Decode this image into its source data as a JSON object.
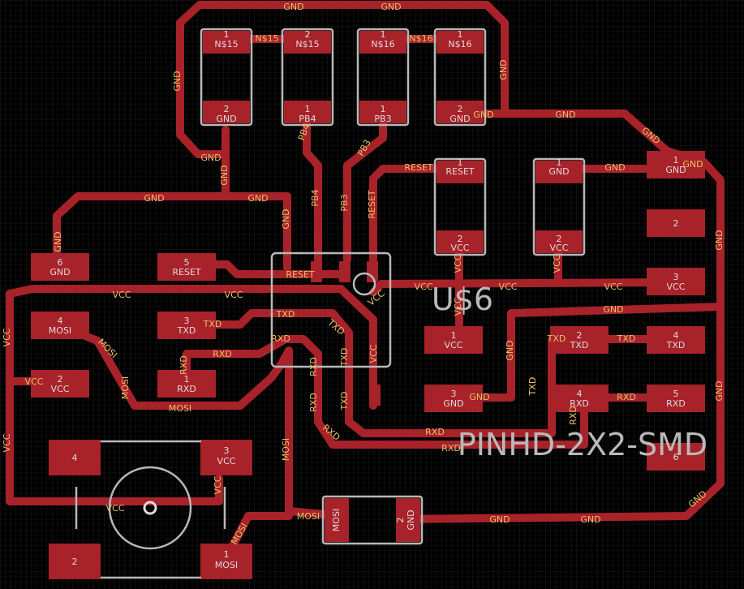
{
  "colors": {
    "background": "#000000",
    "grid": "#2b2b2b",
    "copper": "#a8222a",
    "outline": "#b8b8b8",
    "label": "#e8c06a",
    "pad_text": "#dcdcdc"
  },
  "parts": {
    "u6_name": "U$6",
    "pinhd_name": "PINHD-2X2-SMD"
  },
  "top_caps": [
    {
      "num": "1",
      "net": "N$15"
    },
    {
      "num": "2",
      "net": "GND"
    },
    {
      "num": "2",
      "net": "N$15"
    },
    {
      "num": "1",
      "net": "PB4"
    },
    {
      "num": "1",
      "net": "N$16"
    },
    {
      "num": "1",
      "net": "PB3"
    },
    {
      "num": "1",
      "net": "N$16"
    },
    {
      "num": "2",
      "net": "GND"
    }
  ],
  "mid_caps": [
    {
      "num": "1",
      "net": "RESET"
    },
    {
      "num": "2",
      "net": "VCC"
    },
    {
      "num": "1",
      "net": "GND"
    },
    {
      "num": "2",
      "net": "VCC"
    }
  ],
  "pads": {
    "p6_num": "6",
    "p6_net": "GND",
    "p5_num": "5",
    "p5_net": "RESET",
    "p4_num": "4",
    "p4_net": "MOSI",
    "p3_num": "3",
    "p3_net": "TXD",
    "p2_num": "2",
    "p2_net": "VCC",
    "p1_num": "1",
    "p1_net": "RXD",
    "r1_num": "1",
    "r1_net": "GND",
    "r2_num": "2",
    "r3_num": "3",
    "r3_net": "VCC",
    "r4_num": "4",
    "r4_net": "TXD",
    "r5_num": "5",
    "r5_net": "RXD",
    "r6_num": "6",
    "h2_num": "2",
    "h2_net": "TXD",
    "h4_num": "4",
    "h4_net": "RXD",
    "c1_num": "1",
    "c1_net": "VCC",
    "c3_num": "3",
    "c3_net": "GND",
    "s4_num": "4",
    "s3_num": "3",
    "s3_net": "VCC",
    "s2_num": "2",
    "s1_num": "1",
    "s1_net": "MOSI",
    "m_net": "MOSI",
    "m_num": "2",
    "m_net2": "GND"
  },
  "labels": {
    "gnd": "GND",
    "vcc": "VCC",
    "txd": "TXD",
    "rxd": "RXD",
    "mosi": "MOSI",
    "reset": "RESET",
    "pb3": "PB3",
    "pb4": "PB4",
    "n15": "N$15",
    "n16": "N$16"
  }
}
